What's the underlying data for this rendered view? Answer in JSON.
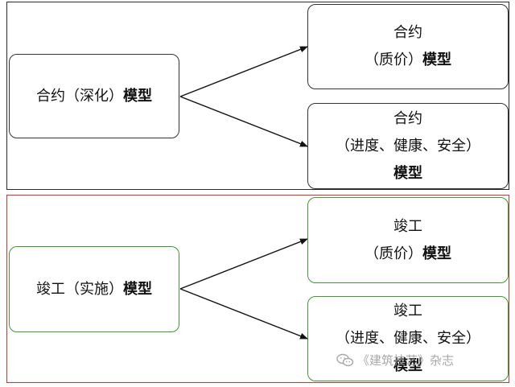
{
  "top_group": {
    "source": {
      "name": "合约",
      "paren": "（深化）",
      "suffix": "模型"
    },
    "target_quality": {
      "line1": "合约",
      "paren": "（质价）",
      "suffix": "模型"
    },
    "target_progress": {
      "line1": "合约",
      "line2": "（进度、健康、安全）",
      "suffix": "模型"
    }
  },
  "bottom_group": {
    "source": {
      "name": "竣工",
      "paren": "（实施）",
      "suffix": "模型"
    },
    "target_quality": {
      "line1": "竣工",
      "paren": "（质价）",
      "suffix": "模型"
    },
    "target_progress": {
      "line1": "竣工",
      "line2": "（进度、健康、安全）",
      "suffix": "模型"
    }
  },
  "watermark": {
    "text": "《建筑技艺》杂志",
    "icon": "wechat-icon"
  },
  "colors": {
    "top_border": "#2a2a2a",
    "bottom_border": "#c33a35",
    "green_box": "#3d9a34"
  }
}
